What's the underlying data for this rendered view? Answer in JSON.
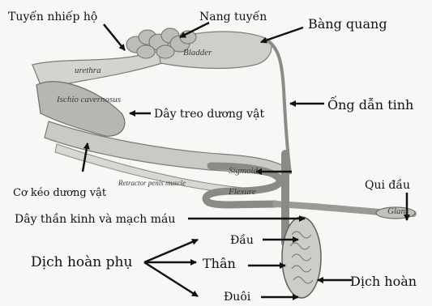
{
  "labels": {
    "tuyen_nhiep_ho": "Tuyến nhiếp hộ",
    "nang_tuyen": "Nang tuyến",
    "bang_quang": "Bàng quang",
    "day_treo": "Dây treo dương vật",
    "ong_dan_tinh": "Ống dẫn tinh",
    "qui_dau": "Qui đầu",
    "co_keo": "Cơ kéo dương vật",
    "day_than_kinh": "Dây thần kinh và mạch máu",
    "dau": "Đầu",
    "than": "Thân",
    "duoi": "Đuôi",
    "dich_hoan_phu": "Dịch hoàn phụ",
    "dich_hoan": "Dịch hoàn"
  },
  "embedded_text": {
    "bladder": "Bladder",
    "urethra": "urethra",
    "ischio": "Ischio cavernosus",
    "sigmoid": "Sigmoid",
    "flexure": "Flexure",
    "glans": "Glans",
    "retractor": "Retractor penis muscle"
  },
  "colors": {
    "ink": "#111111",
    "tissue": "#c9c9c4",
    "tissue_dark": "#8a8a86",
    "background": "#f7f7f5"
  }
}
